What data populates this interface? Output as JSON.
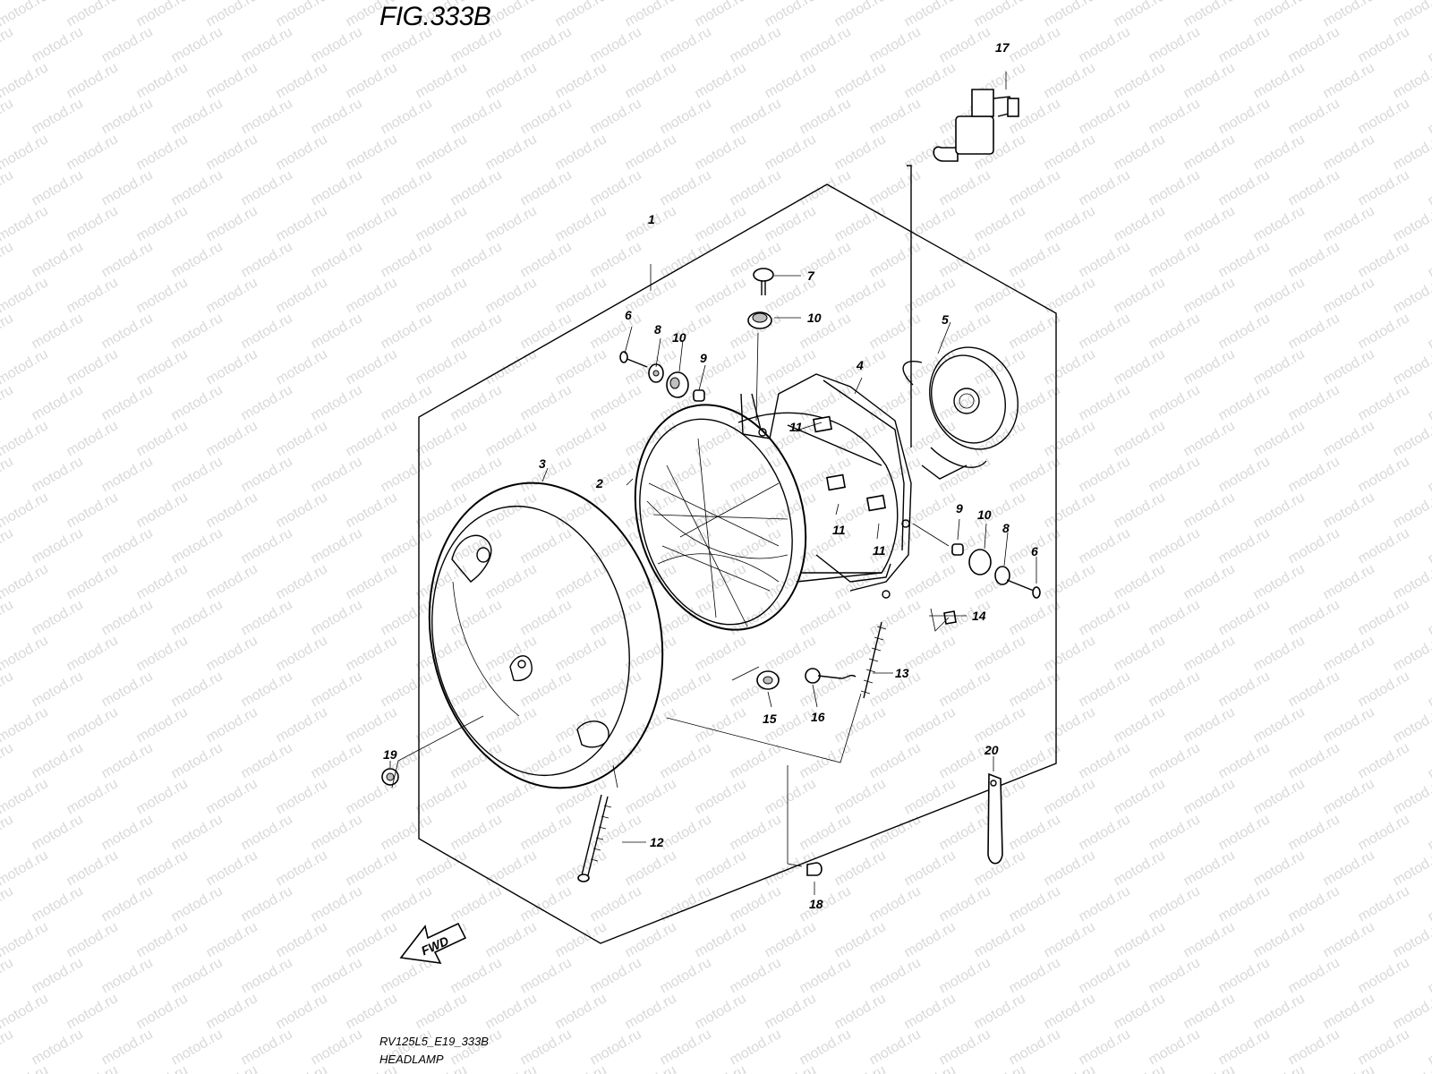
{
  "figure": {
    "title": "FIG.333B",
    "code": "RV125L5_E19_333B",
    "name": "HEADLAMP"
  },
  "watermark": "motod.ru",
  "fwd_label": "FWD",
  "callouts": [
    {
      "id": "c1",
      "label": "1"
    },
    {
      "id": "c2",
      "label": "2"
    },
    {
      "id": "c3",
      "label": "3"
    },
    {
      "id": "c4",
      "label": "4"
    },
    {
      "id": "c5",
      "label": "5"
    },
    {
      "id": "c6a",
      "label": "6"
    },
    {
      "id": "c6b",
      "label": "6"
    },
    {
      "id": "c7",
      "label": "7"
    },
    {
      "id": "c8a",
      "label": "8"
    },
    {
      "id": "c8b",
      "label": "8"
    },
    {
      "id": "c9a",
      "label": "9"
    },
    {
      "id": "c9b",
      "label": "9"
    },
    {
      "id": "c10a",
      "label": "10"
    },
    {
      "id": "c10b",
      "label": "10"
    },
    {
      "id": "c10c",
      "label": "10"
    },
    {
      "id": "c11a",
      "label": "11"
    },
    {
      "id": "c11b",
      "label": "11"
    },
    {
      "id": "c11c",
      "label": "11"
    },
    {
      "id": "c12",
      "label": "12"
    },
    {
      "id": "c13",
      "label": "13"
    },
    {
      "id": "c14",
      "label": "14"
    },
    {
      "id": "c15",
      "label": "15"
    },
    {
      "id": "c16",
      "label": "16"
    },
    {
      "id": "c17",
      "label": "17"
    },
    {
      "id": "c18",
      "label": "18"
    },
    {
      "id": "c19",
      "label": "19"
    },
    {
      "id": "c20",
      "label": "20"
    }
  ]
}
